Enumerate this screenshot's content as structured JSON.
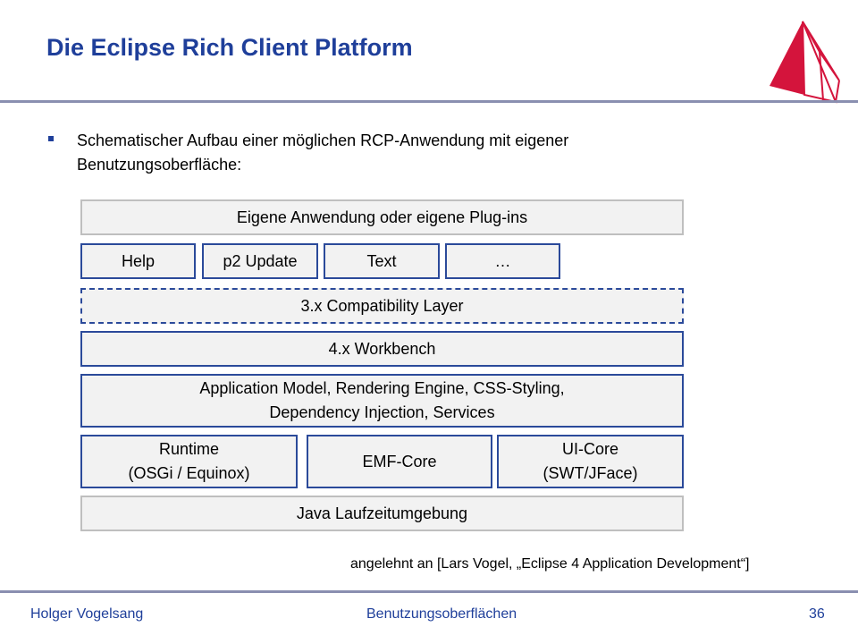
{
  "slide": {
    "title": "Die Eclipse Rich Client Platform",
    "bullet": "Schematischer Aufbau einer möglichen RCP-Anwendung mit eigener Benutzungsoberfläche:",
    "credit": "angelehnt an [Lars Vogel, „Eclipse 4 Application Development“]"
  },
  "diagram": {
    "app": "Eigene Anwendung oder eigene Plug-ins",
    "plugins": [
      "Help",
      "p2 Update",
      "Text",
      "…"
    ],
    "compat": "3.x Compatibility Layer",
    "workbench": "4.x Workbench",
    "model": "Application Model, Rendering Engine, CSS-Styling,\nDependency Injection, Services",
    "runtime": "Runtime\n(OSGi / Equinox)",
    "emf": "EMF-Core",
    "ui": "UI-Core\n(SWT/JFace)",
    "java": "Java Laufzeitumgebung"
  },
  "footer": {
    "author": "Holger Vogelsang",
    "course": "Benutzungsoberflächen",
    "page": "36"
  },
  "colors": {
    "title": "#1f3f9a",
    "box_fill": "#f2f2f2",
    "box_border_blue": "#2b4a9a",
    "box_border_grey": "#bfbfbf",
    "logo": "#d4143c"
  },
  "icons": {
    "logo": "red-triangle-sail-logo"
  }
}
